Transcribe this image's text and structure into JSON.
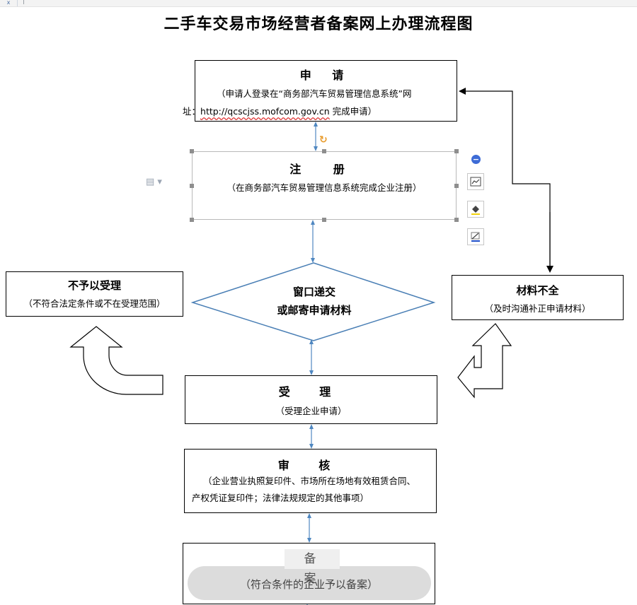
{
  "title": "二手车交易市场经营者备案网上办理流程图",
  "apply": {
    "heading": "申 请",
    "line1": "（申请人登录在“商务部汽车贸易管理信息系统”网",
    "line2_prefix": "址：",
    "url": "http://qcscjss.mofcom.gov.cn",
    "line2_suffix": "完成申请）"
  },
  "register": {
    "heading": "注 册",
    "desc": "（在商务部汽车贸易管理信息系统完成企业注册）"
  },
  "submit": {
    "line1": "窗口递交",
    "line2": "或邮寄申请材料"
  },
  "reject": {
    "heading": "不予以受理",
    "desc": "（不符合法定条件或不在受理范围）"
  },
  "incomplete": {
    "heading": "材料不全",
    "desc": "（及时沟通补正申请材料）"
  },
  "accept": {
    "heading": "受 理",
    "desc": "（受理企业申请）"
  },
  "review": {
    "heading": "审 核",
    "line1": "（企业营业执照复印件、市场所在场地有效租赁合同、",
    "line2": "产权凭证复印件；法律法规规定的其他事项）"
  },
  "record": {
    "heading": "备 案",
    "desc": "（符合条件的企业予以备案）"
  },
  "colors": {
    "connector": "#4f87c1",
    "line": "#000000",
    "handle": "#8e8e8e"
  },
  "icons": [
    "rotate-icon",
    "document-icon",
    "collapse-icon",
    "layout-icon",
    "fill-icon",
    "outline-icon"
  ]
}
